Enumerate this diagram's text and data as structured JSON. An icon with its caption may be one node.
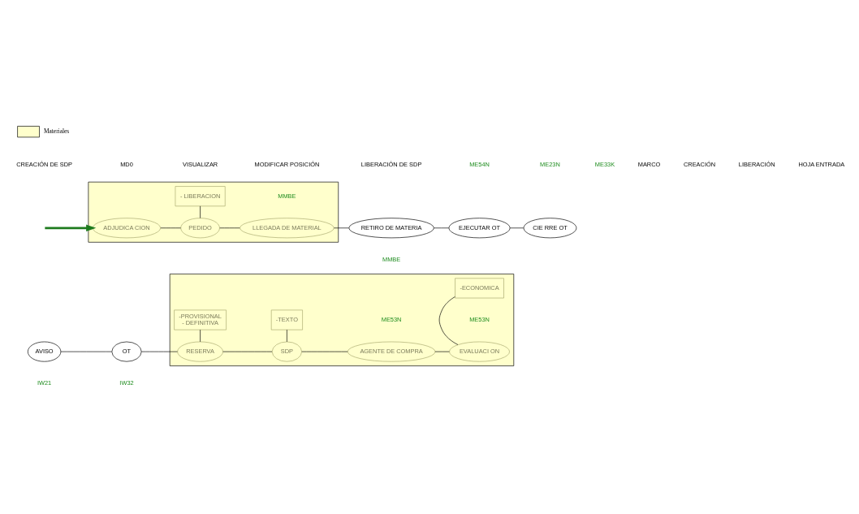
{
  "diagram": {
    "nodes": [
      {
        "text": [
          "AVISO"
        ],
        "beside": [
          "IW21"
        ]
      },
      {
        "text": [
          "OT"
        ],
        "beside": [
          "IW32"
        ]
      },
      {
        "text": [],
        "shape": "box"
      },
      {
        "text": [
          "RESERVA"
        ],
        "in": 2
      },
      {
        "text": [
          "SDP"
        ],
        "in": 2
      },
      {
        "text": [
          "AGENTE DE COMPRA"
        ],
        "in": 2,
        "beside": [
          "ME53N"
        ]
      },
      {
        "text": [
          "EVALUACI ON"
        ],
        "in": 2,
        "beside": [
          "ME53N"
        ]
      },
      {
        "text": [
          "-PROVISIONAL",
          "- DEFINITIVA"
        ],
        "in": 2
      },
      {
        "text": [
          "-TEXTO"
        ],
        "in": 2
      },
      {
        "text": [
          "-ECONOMICA"
        ],
        "in": 2
      },
      {
        "text": [],
        "shape": "box"
      },
      {
        "text": [
          "ADJUDICA CION"
        ],
        "in": 10
      },
      {
        "text": [
          "PEDIDO"
        ],
        "in": 10
      },
      {
        "text": [
          "LLEGADA DE MATERIAL"
        ],
        "in": 10,
        "beside": [
          "MMBE"
        ]
      },
      {
        "text": [
          "- LIBERACION"
        ],
        "in": 10
      },
      {
        "text": [
          "RETIRO DE MATERIA"
        ],
        "beside": [
          "MMBE"
        ]
      },
      {
        "text": [
          "EJECUTAR OT"
        ]
      },
      {
        "text": [
          "CIE RRE OT"
        ]
      }
    ],
    "edges": [
      {
        "from": 0,
        "to": 1,
        "arrow": "none"
      },
      {
        "from": 1,
        "to": 3,
        "arrow": "none"
      },
      {
        "from": 3,
        "to": 4,
        "arrow": "none"
      },
      {
        "from": 4,
        "to": 5,
        "arrow": "none"
      },
      {
        "from": 5,
        "to": 6,
        "arrow": "none"
      },
      {
        "from": 3,
        "to": 7,
        "arrow": "none"
      },
      {
        "from": 4,
        "to": 8,
        "arrow": "none"
      },
      {
        "from": 6,
        "to": 9,
        "arrow": "none"
      },
      {
        "from": null,
        "to": 11,
        "arrow": "to",
        "style": "thick",
        "color": "#1e7b1e"
      },
      {
        "from": 11,
        "to": 12,
        "arrow": "none"
      },
      {
        "from": 12,
        "to": 14,
        "arrow": "none"
      },
      {
        "from": 12,
        "to": 13,
        "arrow": "none"
      },
      {
        "from": 13,
        "to": 15,
        "arrow": "none"
      },
      {
        "from": 15,
        "to": 16,
        "arrow": "none"
      },
      {
        "from": 16,
        "to": 17,
        "arrow": "none"
      }
    ],
    "labels": [
      "CREACIÓN DE SDP",
      "MD0",
      "VISUALIZAR",
      "MODIFICAR POSICIÓN",
      "LIBERACIÓN DE SDP",
      "ME54N",
      "ME23N",
      "ME33K",
      "MARCO",
      "CREACIÓN",
      "LIBERACIÓN",
      "HOJA ENTRADA"
    ],
    "legend": [
      {
        "text": "Materiales",
        "color": "#ffffcc"
      }
    ]
  }
}
